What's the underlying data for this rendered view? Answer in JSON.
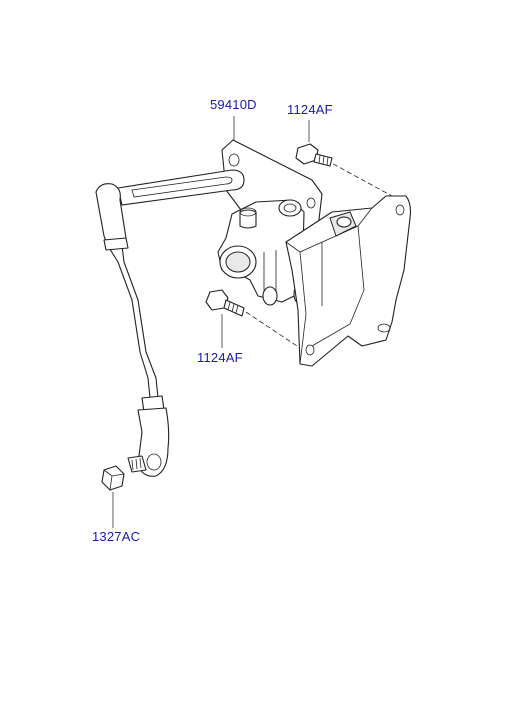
{
  "parts": [
    {
      "id": "sensor",
      "part_number": "59410D"
    },
    {
      "id": "bolt_upper",
      "part_number": "1124AF"
    },
    {
      "id": "bolt_lower",
      "part_number": "1124AF"
    },
    {
      "id": "nut",
      "part_number": "1327AC"
    }
  ]
}
